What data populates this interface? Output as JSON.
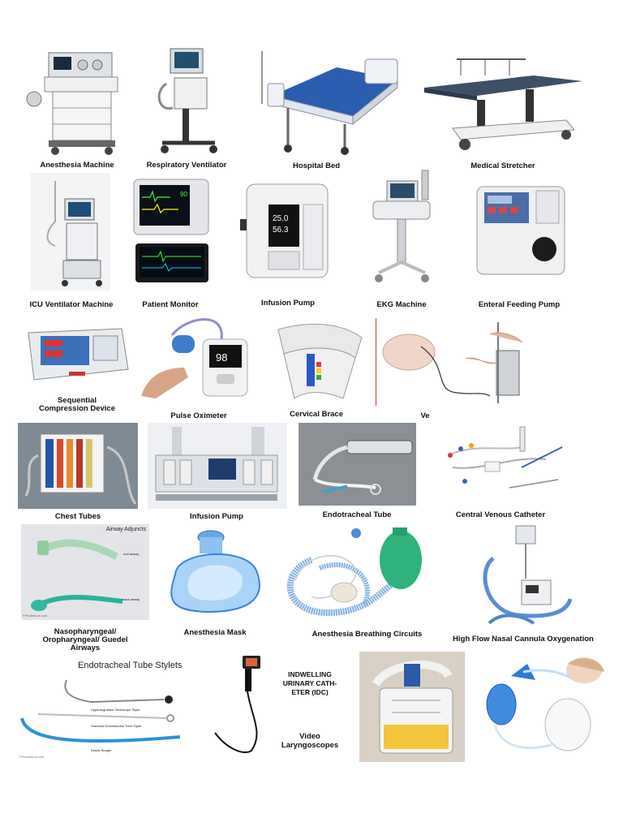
{
  "items": {
    "anesthesia_machine": "Anesthesia Machine",
    "respiratory_ventilator": "Respiratory Ventilator",
    "hospital_bed": "Hospital Bed",
    "medical_stretcher": "Medical Stretcher",
    "icu_ventilator": "ICU Ventilator Machine",
    "patient_monitor": "Patient Monitor",
    "infusion_pump_1": "Infusion Pump",
    "ekg_machine": "EKG Machine",
    "enteral_pump": "Enteral Feeding Pump",
    "scd_line1": "Sequential",
    "scd_line2": "Compression Device",
    "pulse_oximeter": "Pulse Oximeter",
    "cervical_brace": "Cervical Brace",
    "ve": "Ve",
    "chest_tubes": "Chest Tubes",
    "infusion_pump_2": "Infusion Pump",
    "endotracheal_tube": "Endotracheal Tube",
    "cvc": "Central Venous Catheter",
    "airways_line1": "Nasopharyngeal/",
    "airways_line2": "Oropharyngeal/ Guedel",
    "airways_line3": "Airways",
    "anesthesia_mask": "Anesthesia Mask",
    "breathing_circuits": "Anesthesia Breathing Circuits",
    "hfnc": "High Flow Nasal Cannula Oxygenation",
    "stylets_title": "Endotracheal Tube Stylets",
    "stylet_1": "Hyperangulated Glidescope Stylet",
    "stylet_2": "Standard Endotracheal Tube Stylet",
    "stylet_3": "Elastic Bougie",
    "stylets_credit": "FPnotebook.com",
    "idc_line1": "INDWELLING",
    "idc_line2": "URINARY CATH-",
    "idc_line3": "ETER (IDC)",
    "video_line1": "Video",
    "video_line2": "Laryngoscopes",
    "airway_adjuncts_title": "Airway Adjuncts",
    "oral_airway_label": "oral airway",
    "nasal_airway_label": "nasal airway",
    "airways_credit": "FPnotebook.com",
    "infusion_reading_1": "25.0",
    "infusion_reading_2": "56.3",
    "oximeter_reading": "98"
  }
}
